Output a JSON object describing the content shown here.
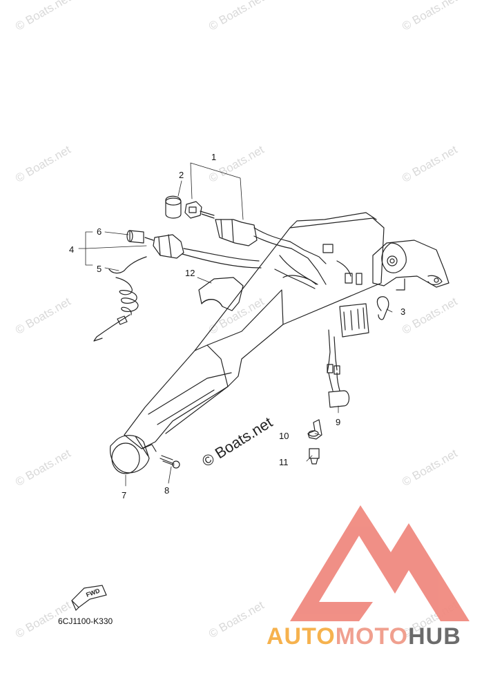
{
  "watermark": {
    "text": "© Boats.net",
    "color": "#d9d9d9"
  },
  "center_watermark": "© Boats.net",
  "callouts": [
    {
      "id": "1",
      "label": "1"
    },
    {
      "id": "2",
      "label": "2"
    },
    {
      "id": "3",
      "label": "3"
    },
    {
      "id": "4",
      "label": "4"
    },
    {
      "id": "5",
      "label": "5"
    },
    {
      "id": "6",
      "label": "6"
    },
    {
      "id": "7",
      "label": "7"
    },
    {
      "id": "8",
      "label": "8"
    },
    {
      "id": "9",
      "label": "9"
    },
    {
      "id": "10",
      "label": "10"
    },
    {
      "id": "11",
      "label": "11"
    },
    {
      "id": "12",
      "label": "12"
    }
  ],
  "fwd_label": "FWD",
  "part_code": "6CJ1100-K330",
  "logo": {
    "parts": [
      "AUTO",
      "MOTO",
      "HUB"
    ],
    "colors": {
      "auto": "#f6b24e",
      "moto": "#f0a08f",
      "hub": "#6b6b6b",
      "mark": "#f08a80"
    }
  }
}
